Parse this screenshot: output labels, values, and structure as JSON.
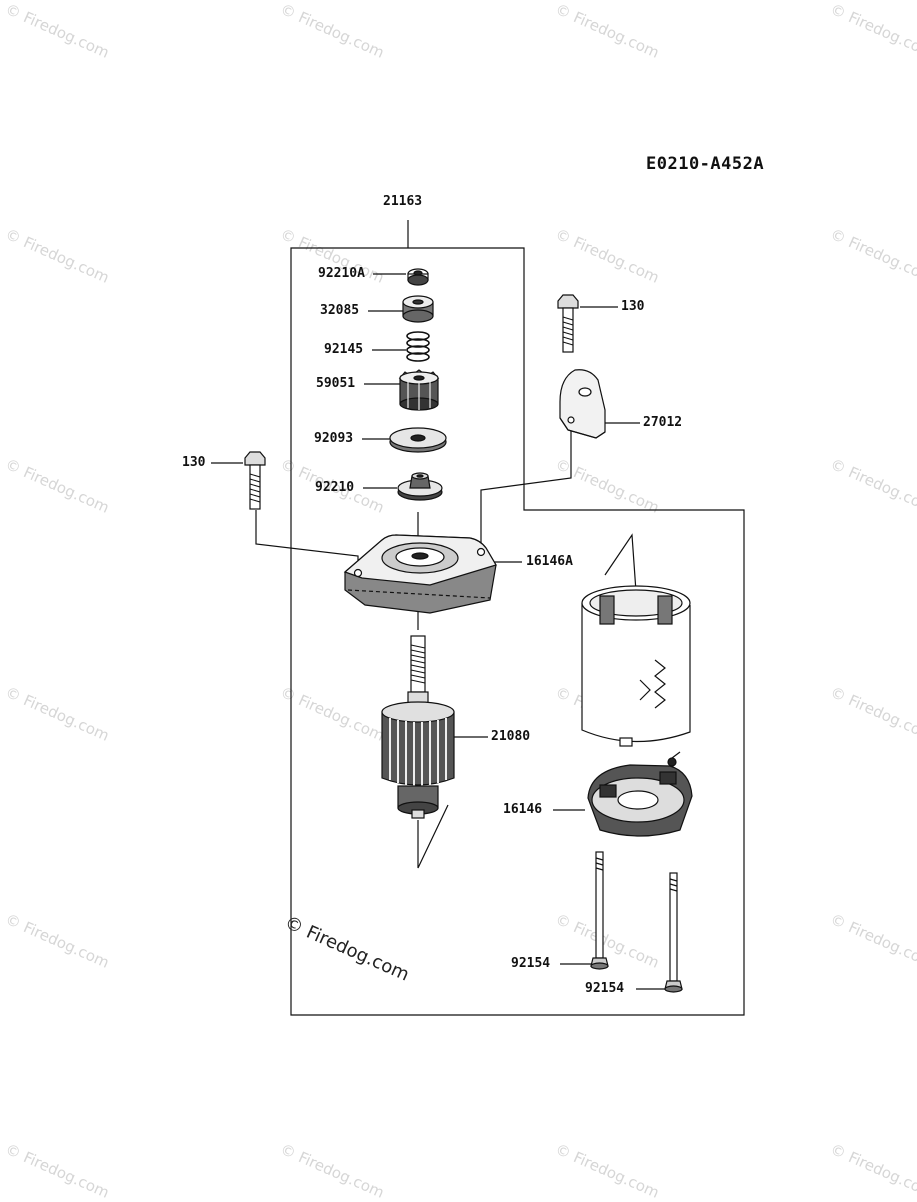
{
  "diagram_code": "E0210-A452A",
  "watermark": "© Firedog.com",
  "parts": {
    "p21163": "21163",
    "p92210A": "92210A",
    "p32085": "32085",
    "p92145": "92145",
    "p59051": "59051",
    "p92093": "92093",
    "p92210": "92210",
    "p130_left": "130",
    "p130_right": "130",
    "p27012": "27012",
    "p16146A": "16146A",
    "p21080": "21080",
    "p16146": "16146",
    "p92154_a": "92154",
    "p92154_b": "92154"
  }
}
